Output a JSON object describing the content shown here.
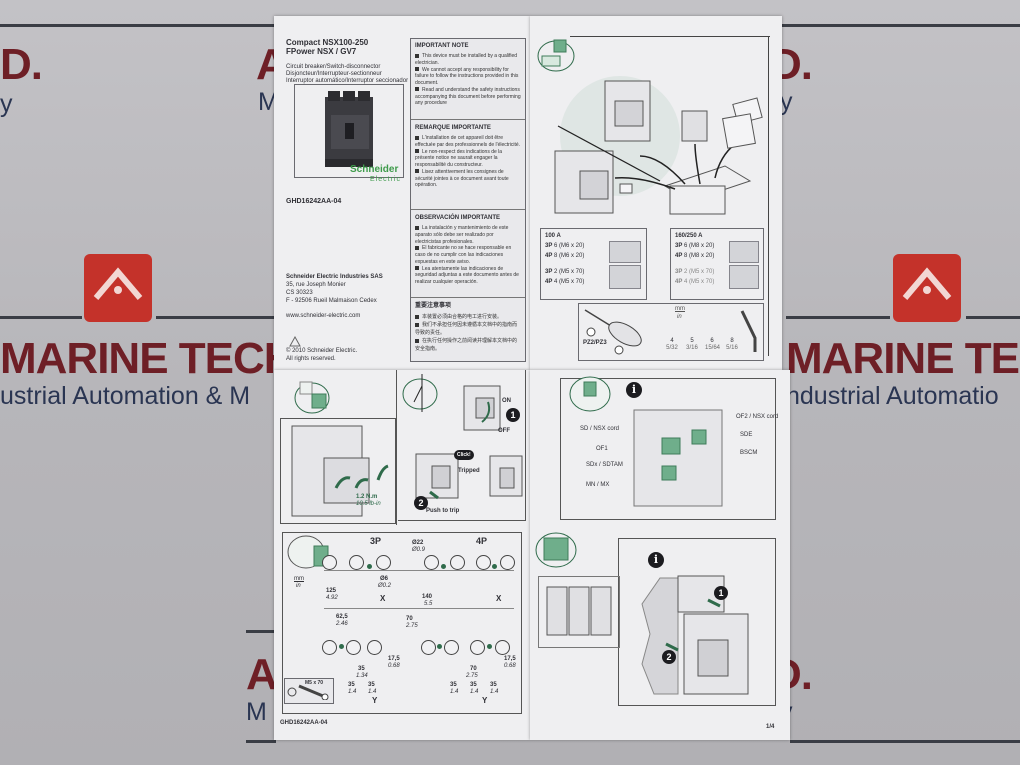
{
  "watermark": {
    "company_name": "MARINE TECH PVT. LTD.",
    "tagline": "Industrial Automation & Machinery",
    "left_fragment_big": "MARINE TECH PV",
    "left_fragment_sub": "ustrial Automation & M",
    "right_fragment_big": "MARINE TECH",
    "right_fragment_sub": "ndustrial Automatio",
    "top_left_big": "D.",
    "top_left_sub": "y",
    "top_mid_big": "A",
    "top_mid_sub": "M",
    "bottom_mid_big": "A",
    "bottom_mid_sub": "M",
    "top_right_big": "D.",
    "top_right_sub": "y",
    "bottom_right_big": "D.",
    "bottom_right_sub": "y",
    "logo_color": "#c4322a",
    "text_color": "#6e1f26",
    "sub_color": "#2a3552"
  },
  "cover": {
    "product_line1": "Compact NSX100-250",
    "product_line2": "FPower NSX / GV7",
    "desc_en": "Circuit breaker/Switch-disconnector",
    "desc_fr": "Disjoncteur/Interrupteur-sectionneur",
    "desc_es": "Interruptor automático/Interruptor seccionador",
    "brand": "Schneider",
    "brand_sub": "Electric",
    "doc_code": "GHD16242AA-04",
    "company": "Schneider Electric Industries SAS",
    "address1": "35, rue Joseph Monier",
    "address2": "CS 30323",
    "address3": "F - 92506 Rueil Malmaison Cedex",
    "website": "www.schneider-electric.com",
    "copyright1": "© 2010 Schneider Electric.",
    "copyright2": "All rights reserved.",
    "brand_color": "#3d9a4a"
  },
  "notes": {
    "en_title": "IMPORTANT NOTE",
    "en_items": [
      "This device must be installed by a qualified electrician.",
      "We cannot accept any responsibility for failure to follow the instructions provided in this document.",
      "Read and understand the safety instructions accompanying this document before performing any procedure"
    ],
    "fr_title": "REMARQUE IMPORTANTE",
    "fr_items": [
      "L'installation de cet appareil doit être effectuée par des professionnels de l'électricité.",
      "Le non-respect des indications de la présente notice ne saurait engager la responsabilité du constructeur.",
      "Lisez attentivement les consignes de sécurité jointes à ce document avant toute opération."
    ],
    "es_title": "OBSERVACIÓN IMPORTANTE",
    "es_items": [
      "La instalación y mantenimiento de este aparato sólo debe ser realizado por electricistas profesionales.",
      "El fabricante no se hace responsable en caso de no cumplir con las indicaciones expuestas en este aviso.",
      "Lea atentamente las indicaciones de seguridad adjuntas a este documento antes de realizar cualquier operación."
    ],
    "zh_title": "重要注意事项",
    "zh_items": [
      "本装置必须由合格的电工进行安装。",
      "我们不承担任何因未遵循本文档中的指南而导致的责任。",
      "在执行任何操作之前阅读并理解本文档中的安全指南。"
    ]
  },
  "hardware": {
    "a100": {
      "title": "100 A",
      "rows": [
        {
          "poles": "3P",
          "qty": "6 (M6 x 20)"
        },
        {
          "poles": "4P",
          "qty": "8 (M6 x 20)"
        },
        {
          "poles": "3P",
          "qty": "2 (M5 x 70)"
        },
        {
          "poles": "4P",
          "qty": "4 (M5 x 70)"
        }
      ]
    },
    "a160": {
      "title": "160/250 A",
      "rows": [
        {
          "poles": "3P",
          "qty": "6 (M8 x 20)"
        },
        {
          "poles": "4P",
          "qty": "8 (M8 x 20)"
        },
        {
          "poles": "3P",
          "qty": "2 (M5 x 70)"
        },
        {
          "poles": "4P",
          "qty": "4 (M5 x 70)"
        }
      ]
    },
    "tools": {
      "screwdriver": "PZ2/PZ3",
      "unit_mm": "mm",
      "unit_in": "in",
      "hex_sizes": [
        {
          "mm": "4",
          "in": "5/32"
        },
        {
          "mm": "5",
          "in": "3/16"
        },
        {
          "mm": "6",
          "in": "15/64"
        },
        {
          "mm": "8",
          "in": "5/16"
        }
      ]
    }
  },
  "install": {
    "torque_nm": "1.2 N.m",
    "torque_lbin": "10.5 lb-in",
    "on_label": "ON",
    "off_label": "OFF",
    "click_label": "Click!",
    "tripped_label": "Tripped",
    "push_label": "Push to trip",
    "step1": "1",
    "step2": "2"
  },
  "accessories": {
    "info": "i",
    "labels": [
      "SD / NSX cord",
      "OF1",
      "SDx / SDTAM",
      "MN / MX",
      "OF2 / NSX cord",
      "SDE",
      "BSCM"
    ]
  },
  "drilling": {
    "title_3p": "3P",
    "title_4p": "4P",
    "hole_big_mm": "Ø22",
    "hole_big_in": "Ø0.9",
    "hole_small_mm": "Ø6",
    "hole_small_in": "Ø0.2",
    "unit_mm": "mm",
    "unit_in": "in",
    "dim_125_mm": "125",
    "dim_125_in": "4.92",
    "dim_625_mm": "62,5",
    "dim_625_in": "2.46",
    "dim_140_mm": "140",
    "dim_140_in": "5.5",
    "dim_70_mm": "70",
    "dim_70_in": "2.75",
    "dim_175_mm": "17,5",
    "dim_175_in": "0.68",
    "dim_35_mm": "35",
    "dim_35a_in": "1.34",
    "dim_35_in": "1.4",
    "axis_x": "X",
    "axis_y": "Y",
    "screw": "M5 x 70",
    "footer_code": "GHD16242AA-04"
  },
  "page": {
    "number": "1/4"
  }
}
